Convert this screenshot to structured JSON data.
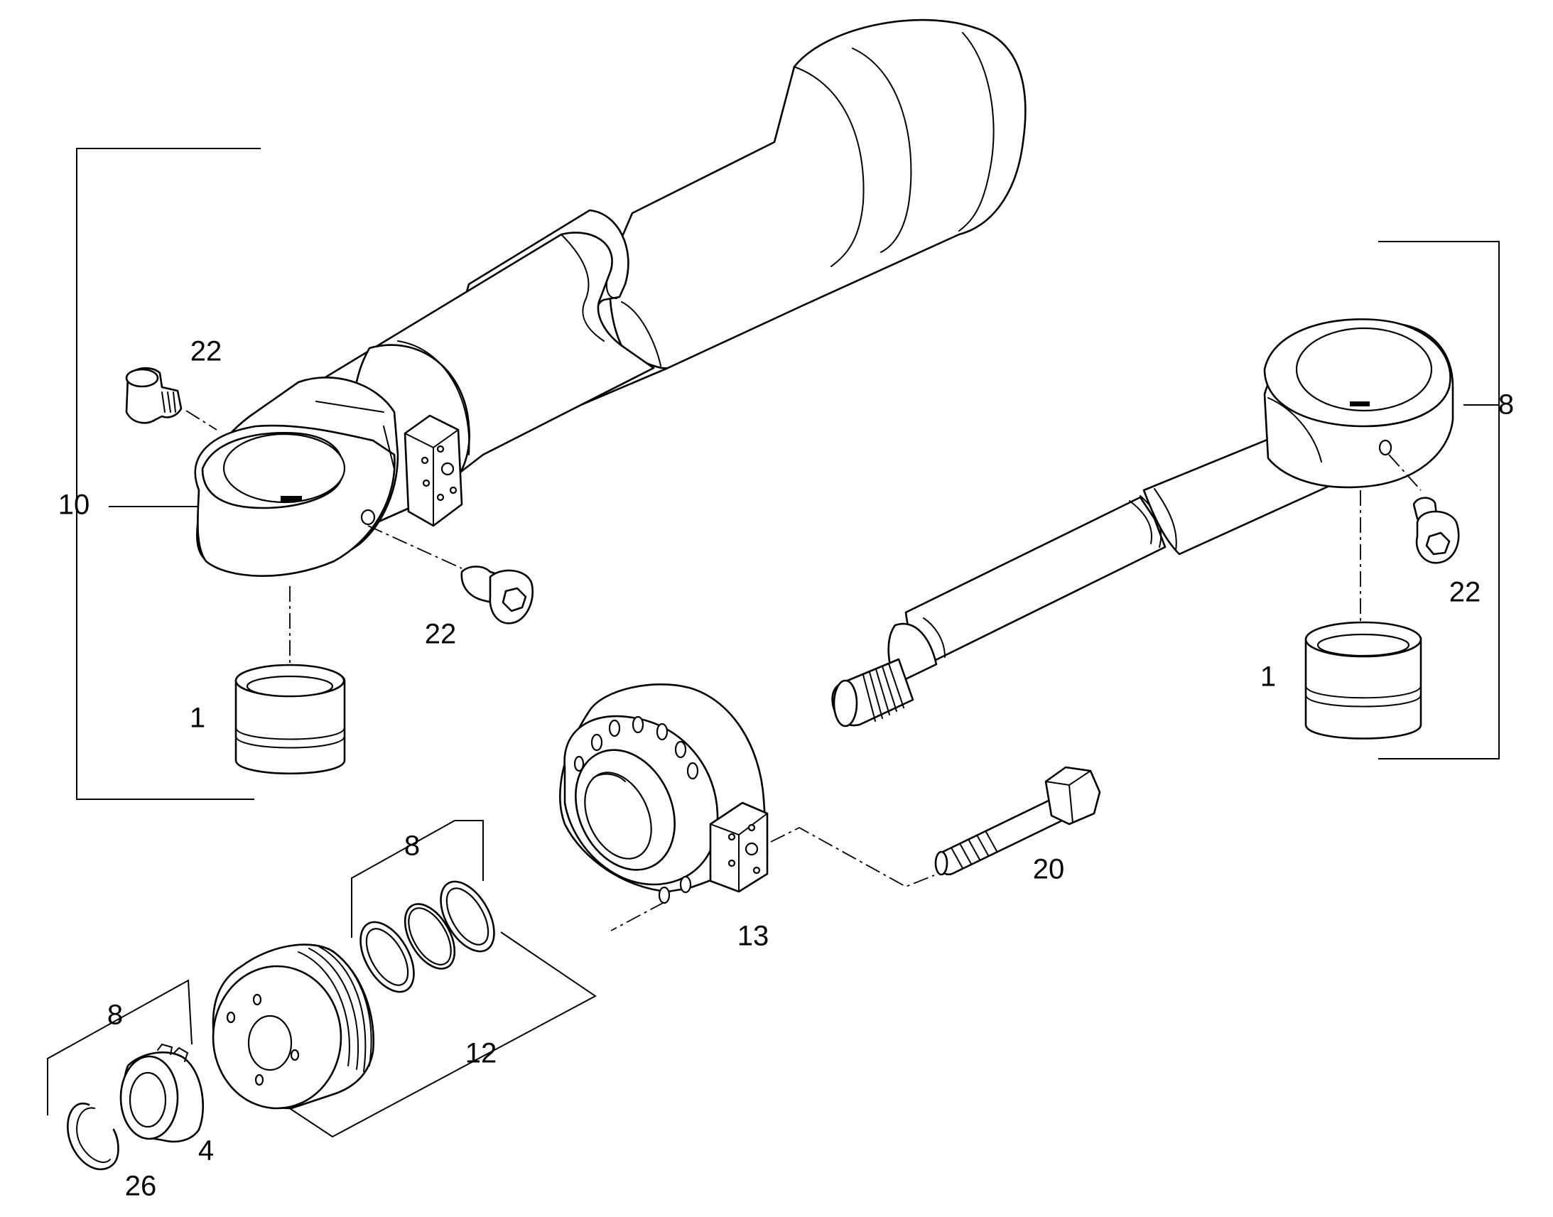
{
  "callouts": {
    "cylinder_assembly": "10",
    "plug_top": "22",
    "screw_barrel": "22",
    "bushing_left": "1",
    "rod_assembly": "8",
    "screw_rod": "22",
    "bushing_right": "1",
    "cylinder_head": "13",
    "bolt": "20",
    "head_seal_kit": "8",
    "piston_seal_kit": "12",
    "nut_seal_kit": "8",
    "nut": "4",
    "snap_ring": "26"
  }
}
